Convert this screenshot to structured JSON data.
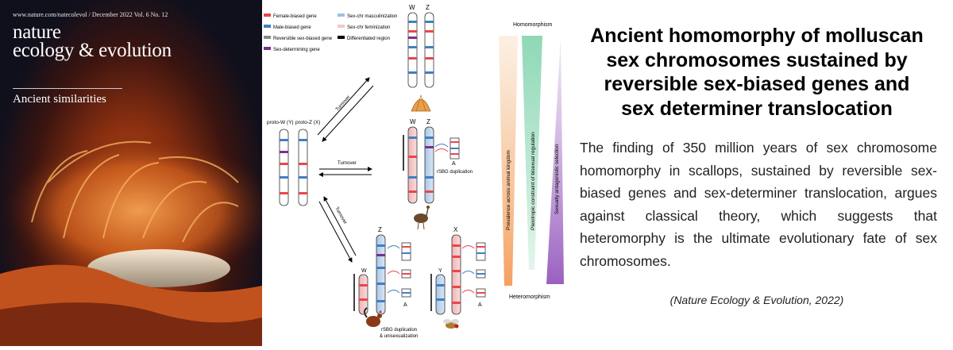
{
  "cover": {
    "url_line": "www.nature.com/natecolevol / December 2022 Vol. 6 No. 12",
    "journal_line1": "nature",
    "journal_line2": "ecology & evolution",
    "issue_title": "Ancient similarities"
  },
  "figure": {
    "legend": {
      "col1": [
        "Female-biased gene",
        "Male-biased gene",
        "Reversible sex-biased gene",
        "Sex-determining gene"
      ],
      "col2": [
        "Sex-chr masculinization",
        "Sex-chr feminization",
        "Differentiated region"
      ]
    },
    "chromosome_labels": {
      "top_w": "W",
      "top_z": "Z",
      "proto_w": "proto-W (Y)",
      "proto_z": "proto-Z (X)",
      "mid_w": "W",
      "mid_z": "Z",
      "mid_a": "A",
      "bottom_z": "Z",
      "bottom_w": "W",
      "bottom_a1": "A",
      "bottom_x": "X",
      "bottom_y": "Y",
      "bottom_a2": "A"
    },
    "arrows": {
      "turnover_top": "Turnover",
      "turnover_mid": "Turnover",
      "turnover_bottom": "Turnover"
    },
    "annotations": {
      "rsbg_duplication": "rSBG duplication",
      "rsbg_dup_unisex_1": "rSBG duplication",
      "rsbg_dup_unisex_2": "& unisexualization"
    },
    "gradient_panel": {
      "top_label": "Homomorphism",
      "bottom_label": "Heteromorphism",
      "bar1": "Prevalence across animal kingdom",
      "bar2": "Pleiotropic constraint of bisexual regulation",
      "bar3": "Sexually antagonistic selection"
    },
    "colors": {
      "female": "#e8474c",
      "male": "#3f7fc1",
      "reversible": "#8a8a8a",
      "sexdet": "#7a2f8f",
      "masc_fill": "#bcd3ea",
      "fem_fill": "#f2c7c7",
      "bar1": "#f5c08f",
      "bar2": "#8fd8b6",
      "bar3": "#b98fd0"
    }
  },
  "text": {
    "headline_1": "Ancient homomorphy of molluscan",
    "headline_2": "sex chromosomes sustained by",
    "headline_3": "reversible sex-biased genes and",
    "headline_4": "sex determiner translocation",
    "abstract": "The finding of 350 million years of sex chromosome homomorphy in scallops, sustained by reversible sex-biased genes and sex-determiner translocation, argues against classical theory, which suggests that heteromorphy is the ultimate evolutionary fate of sex chromosomes.",
    "citation": "(Nature Ecology & Evolution, 2022)"
  }
}
